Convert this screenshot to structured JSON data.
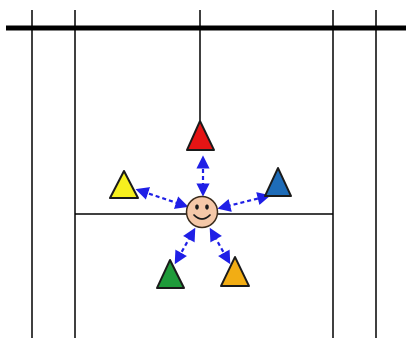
{
  "diagram": {
    "type": "badminton-court-footwork",
    "player_icon": "smiley-face-icon",
    "movement_style": "dashed-double-arrow",
    "colors": {
      "court_line": "#000000",
      "arrow": "#1f1fe6",
      "player_fill": "#f5c8a8",
      "player_stroke": "#3a2a1a",
      "background": "#ffffff"
    },
    "cones": [
      {
        "id": "front-center",
        "color": "#e61414"
      },
      {
        "id": "left-side",
        "color": "#f7f01e"
      },
      {
        "id": "right-side",
        "color": "#1e6cb8"
      },
      {
        "id": "back-left",
        "color": "#1f9b3a"
      },
      {
        "id": "back-right",
        "color": "#f2ad14"
      }
    ]
  }
}
